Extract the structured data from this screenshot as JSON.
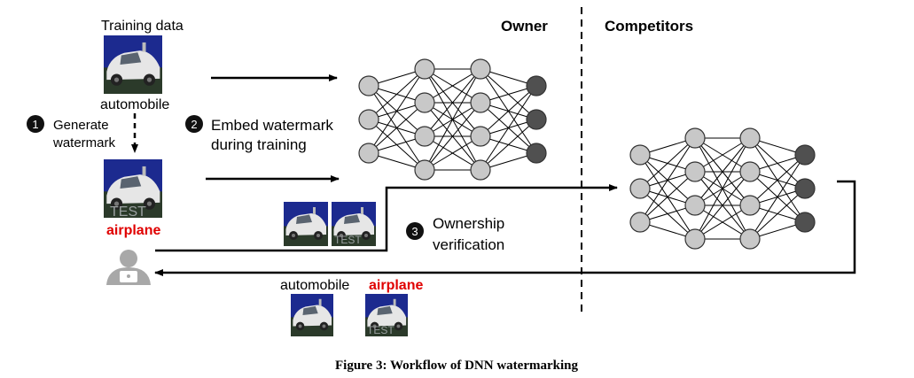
{
  "labels": {
    "training_data": "Training data",
    "automobile_top": "automobile",
    "step1_num": "1",
    "step1_line1": "Generate",
    "step1_line2": "watermark",
    "step2_num": "2",
    "step2_line1": "Embed watermark",
    "step2_line2": "during training",
    "step3_num": "3",
    "step3_line1": "Ownership",
    "step3_line2": "verification",
    "airplane_left": "airplane",
    "owner": "Owner",
    "competitors": "Competitors",
    "automobile_bottom": "automobile",
    "airplane_bottom": "airplane",
    "watermark_stamp": "TEST"
  },
  "caption": "Figure 3: Workflow of DNN watermarking",
  "networks": {
    "owner_layers": [
      3,
      4,
      4,
      3
    ],
    "competitor_layers": [
      3,
      4,
      4,
      3
    ]
  },
  "colors": {
    "node_light": "#c8c8c8",
    "node_dark": "#505050",
    "accent_red": "#e00000",
    "step_badge": "#111111",
    "car_sky": "#1c2a8f",
    "car_body": "#e6e6e6",
    "person": "#a8a8a8"
  }
}
